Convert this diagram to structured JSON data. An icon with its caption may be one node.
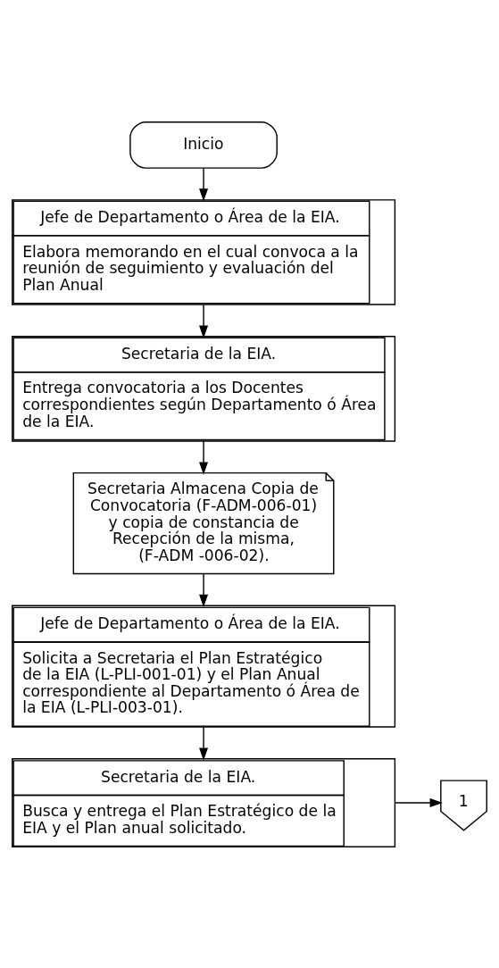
{
  "diagram": {
    "nodes": [
      {
        "text": [
          "Inicio"
        ]
      },
      {
        "text": [
          "Jefe de Departamento o Área de la EIA.",
          "Elabora memorando en el cual convoca a la reunión de seguimiento y evaluación del Plan Anual"
        ]
      },
      {
        "text": [
          "Secretaria de la EIA.",
          "Entrega convocatoria a los Docentes correspondientes según Departamento ó Área de la EIA."
        ]
      },
      {
        "text": [
          "Secretaria Almacena Copia de Convocatoria (F-ADM-006-01) y copia de constancia de Recepción de la misma, (F-ADM -006-02)."
        ]
      },
      {
        "text": [
          "Jefe de Departamento o Área de la EIA.",
          "Solicita a Secretaria el Plan Estratégico de la EIA (L-PLI-001-01) y el Plan Anual correspondiente al Departamento ó Área de la EIA (L-PLI-003-01)."
        ]
      },
      {
        "text": [
          "Secretaria de la EIA.",
          "Busca y entrega el Plan Estratégico de la EIA y el Plan anual solicitado."
        ]
      },
      {
        "text": [
          "1"
        ]
      }
    ],
    "edges": [
      {
        "from": 0,
        "to": 1,
        "arrow": "to"
      },
      {
        "from": 1,
        "to": 2,
        "arrow": "to"
      },
      {
        "from": 2,
        "to": 3,
        "arrow": "to"
      },
      {
        "from": 3,
        "to": 4,
        "arrow": "to"
      },
      {
        "from": 4,
        "to": 5,
        "arrow": "to"
      },
      {
        "from": 5,
        "to": 6,
        "arrow": "to"
      }
    ]
  }
}
